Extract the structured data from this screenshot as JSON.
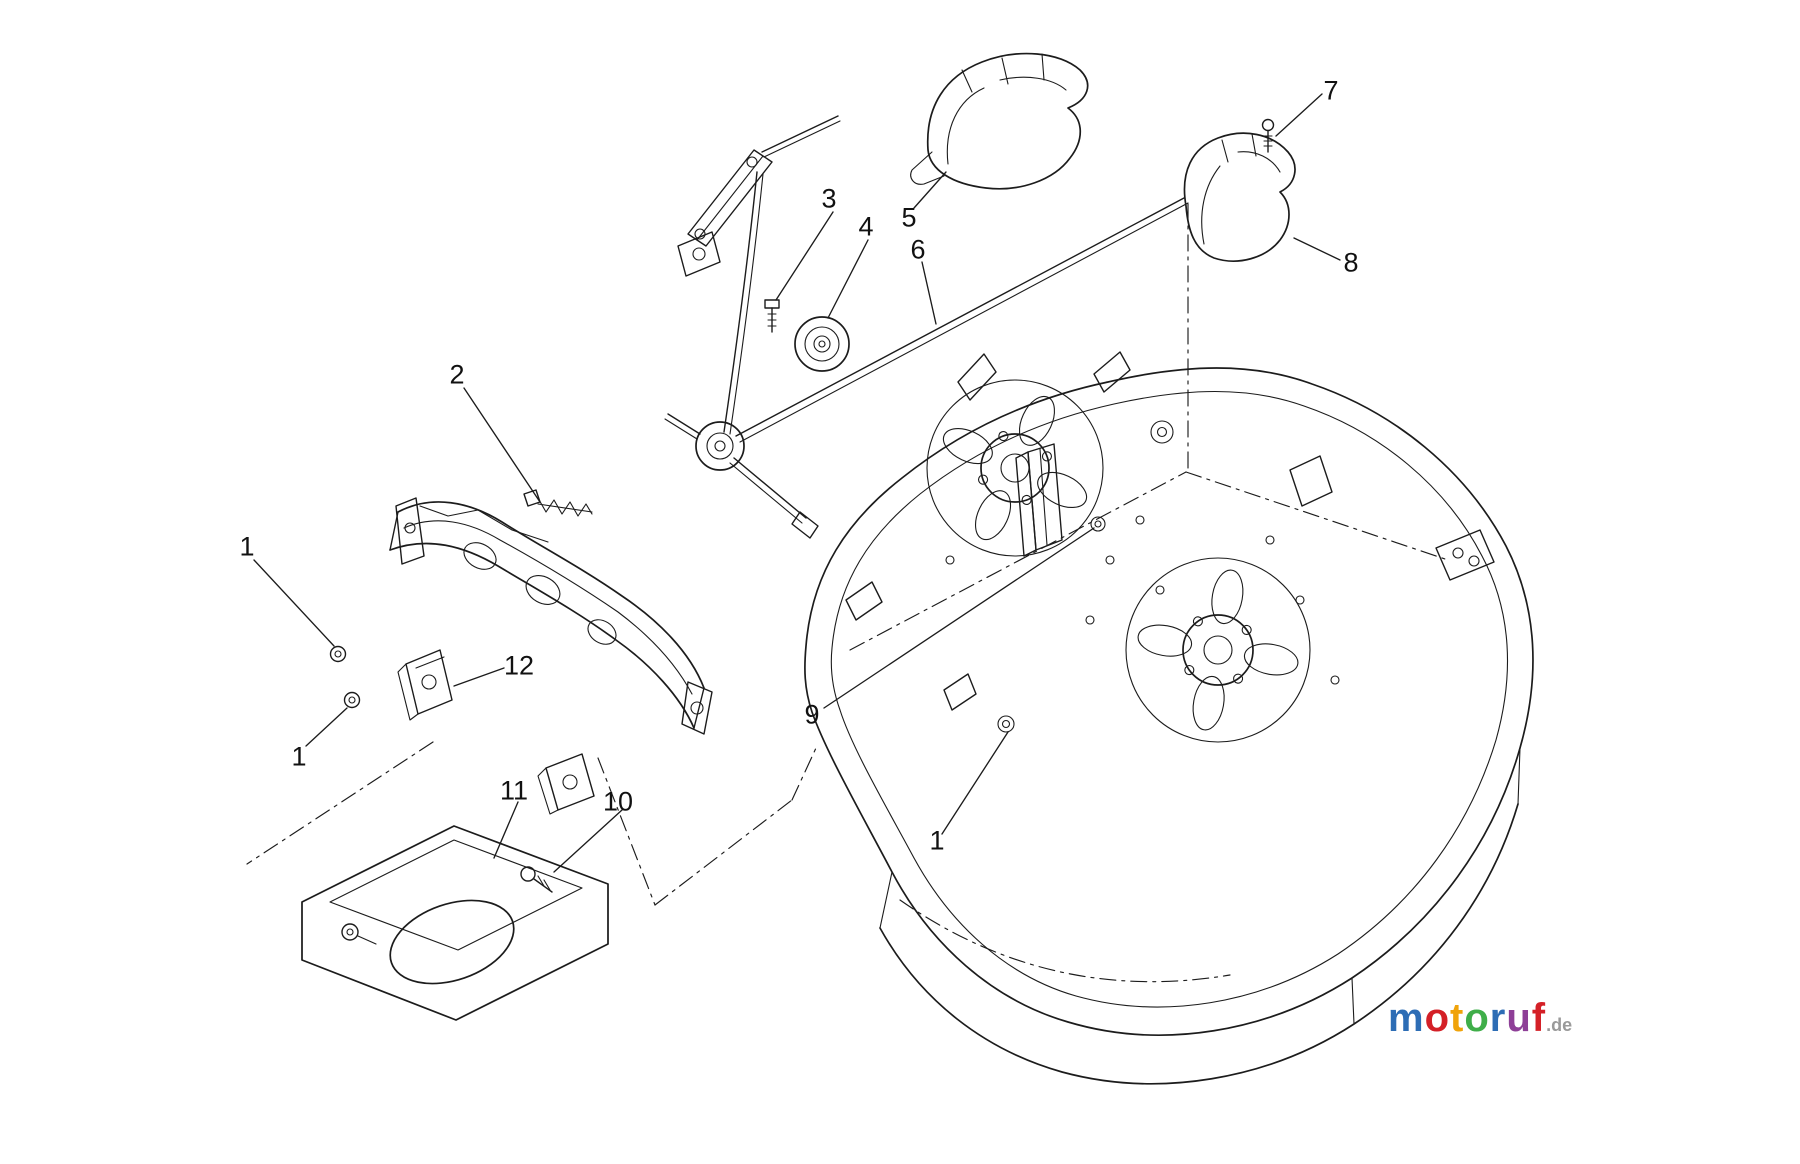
{
  "callouts": [
    {
      "id": "1a",
      "label": "1"
    },
    {
      "id": "1b",
      "label": "1"
    },
    {
      "id": "1c",
      "label": "1"
    },
    {
      "id": "2",
      "label": "2"
    },
    {
      "id": "3",
      "label": "3"
    },
    {
      "id": "4",
      "label": "4"
    },
    {
      "id": "5",
      "label": "5"
    },
    {
      "id": "6",
      "label": "6"
    },
    {
      "id": "7",
      "label": "7"
    },
    {
      "id": "8",
      "label": "8"
    },
    {
      "id": "9",
      "label": "9"
    },
    {
      "id": "10",
      "label": "10"
    },
    {
      "id": "11",
      "label": "11"
    },
    {
      "id": "12",
      "label": "12"
    }
  ],
  "branding": {
    "name_letters": [
      {
        "char": "m",
        "color": "#2d6db5"
      },
      {
        "char": "o",
        "color": "#d42027"
      },
      {
        "char": "t",
        "color": "#f0a30a"
      },
      {
        "char": "o",
        "color": "#3fae49"
      },
      {
        "char": "r",
        "color": "#2d6db5"
      },
      {
        "char": "u",
        "color": "#8e3f97"
      },
      {
        "char": "f",
        "color": "#d42027"
      }
    ],
    "suffix": ".de",
    "suffix_color": "#9a9a9a"
  }
}
